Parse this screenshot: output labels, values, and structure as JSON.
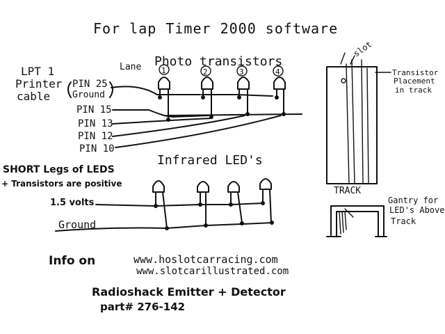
{
  "title": "For lap Timer 2000 software",
  "lpt": {
    "line1": "LPT 1",
    "line2": "Printer",
    "line3": "cable",
    "pin25a": "PIN 25",
    "pin25b": "Ground",
    "pins": [
      "PIN 15",
      "PIN 13",
      "PIN 12",
      "PIN 10"
    ]
  },
  "photo": {
    "lane_label": "Lane",
    "heading": "Photo transistors",
    "lanes": [
      "1",
      "2",
      "3",
      "4"
    ]
  },
  "ir": {
    "heading": "Infrared LED's",
    "note1": "SHORT Legs of LEDS",
    "note2": "+ Transistors are positive",
    "volts": "1.5 volts",
    "ground": "Ground"
  },
  "info": {
    "prefix": "Info on",
    "url1": "www.hoslotcarracing.com",
    "url2": "www.slotcarillustrated.com"
  },
  "part": {
    "line1": "Radioshack Emitter + Detector",
    "line2": "part# 276-142"
  },
  "track": {
    "slot_label": "slot",
    "transistor_note1": "Transistor",
    "transistor_note2": "Placement",
    "transistor_note3": "in track",
    "track_label": "TRACK",
    "gantry1": "Gantry for",
    "gantry2": "LED's Above",
    "gantry3": "Track"
  }
}
